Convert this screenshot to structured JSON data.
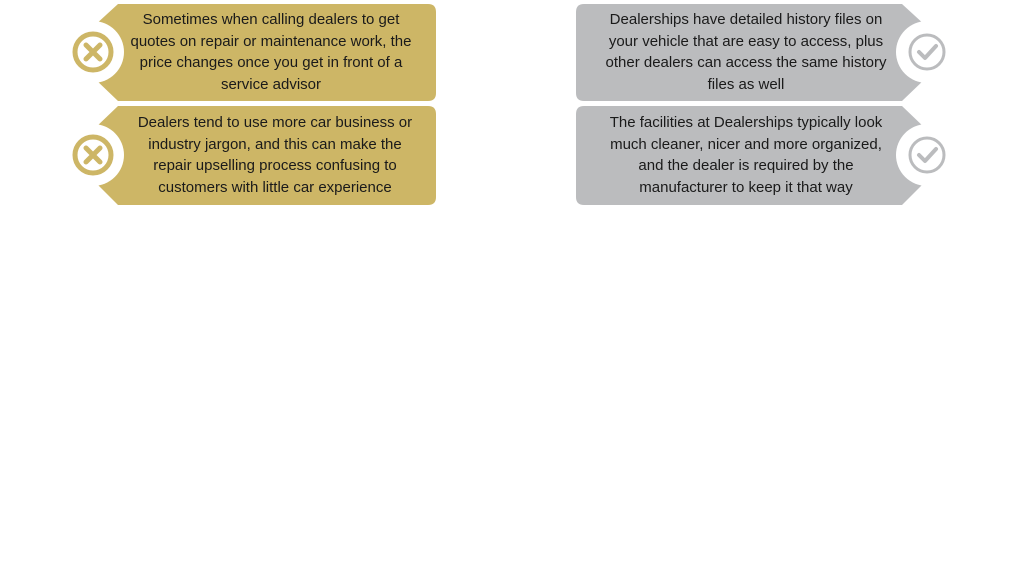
{
  "colors": {
    "cons": "#cdb666",
    "pros": "#bbbcbe"
  },
  "cons": [
    {
      "icon": "x-circle-icon",
      "text": "Sometimes when calling dealers to get quotes on repair or maintenance work, the price changes once you get in front of a service advisor"
    },
    {
      "icon": "x-circle-icon",
      "text": "Dealers tend to use more car business or industry jargon, and this can make the repair upselling process confusing to customers with little car experience"
    }
  ],
  "pros": [
    {
      "icon": "check-circle-icon",
      "text": "Dealerships have detailed history files on your vehicle that are easy to access, plus other dealers can access the same history files as well"
    },
    {
      "icon": "check-circle-icon",
      "text": "The facilities at Dealerships typically look much cleaner, nicer and more organized, and the dealer is required by the manufacturer to keep it that way"
    }
  ]
}
